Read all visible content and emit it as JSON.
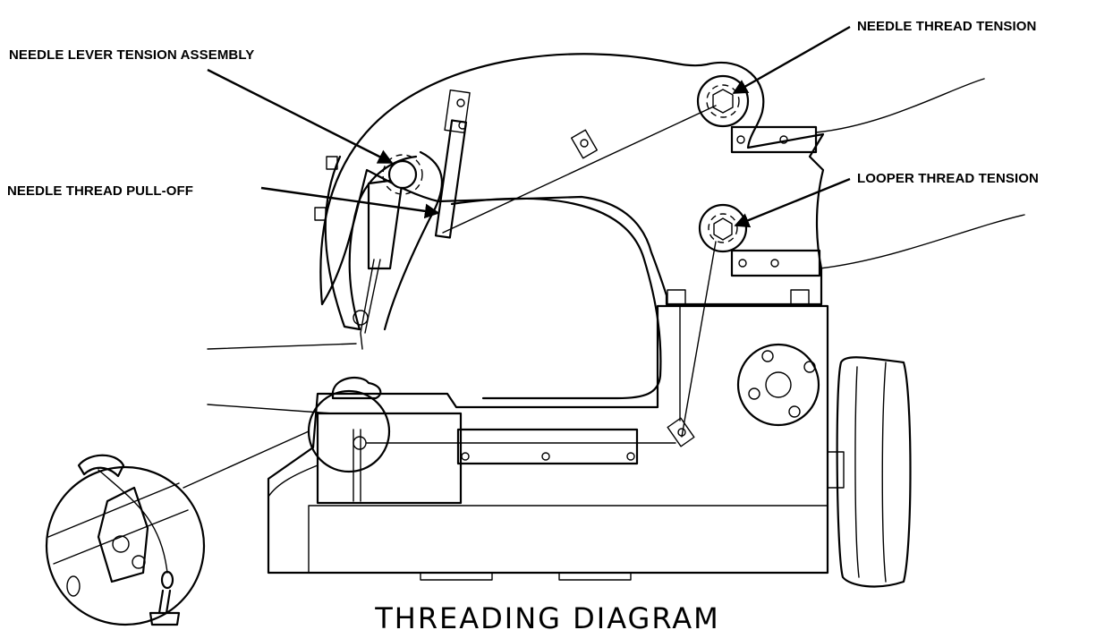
{
  "labels": {
    "needle_lever_tension_assembly": "NEEDLE LEVER TENSION ASSEMBLY",
    "needle_thread_tension": "NEEDLE THREAD TENSION",
    "needle_thread_pull_off": "NEEDLE THREAD PULL-OFF",
    "looper_thread_tension": "LOOPER THREAD TENSION"
  },
  "title": "THREADING  DIAGRAM"
}
